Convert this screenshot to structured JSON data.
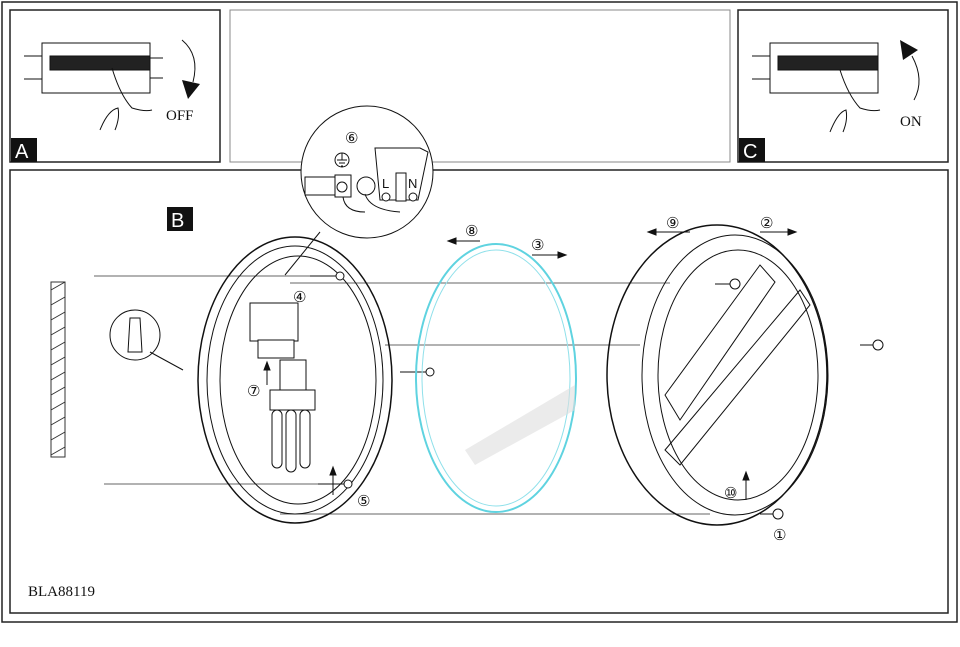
{
  "panels": {
    "a": {
      "badge": "A",
      "action": "OFF"
    },
    "b": {
      "badge": "B"
    },
    "c": {
      "badge": "C",
      "action": "ON"
    }
  },
  "model_code": "BLA88119",
  "terminals": {
    "live": "L",
    "neutral": "N"
  },
  "steps": {
    "s1": "①",
    "s2": "②",
    "s3": "③",
    "s4": "④",
    "s5": "⑤",
    "s6": "⑥",
    "s7": "⑦",
    "s8": "⑧",
    "s9": "⑨",
    "s10": "⑩"
  },
  "colors": {
    "diffuser": "#5fd3e0",
    "line": "#111111"
  }
}
